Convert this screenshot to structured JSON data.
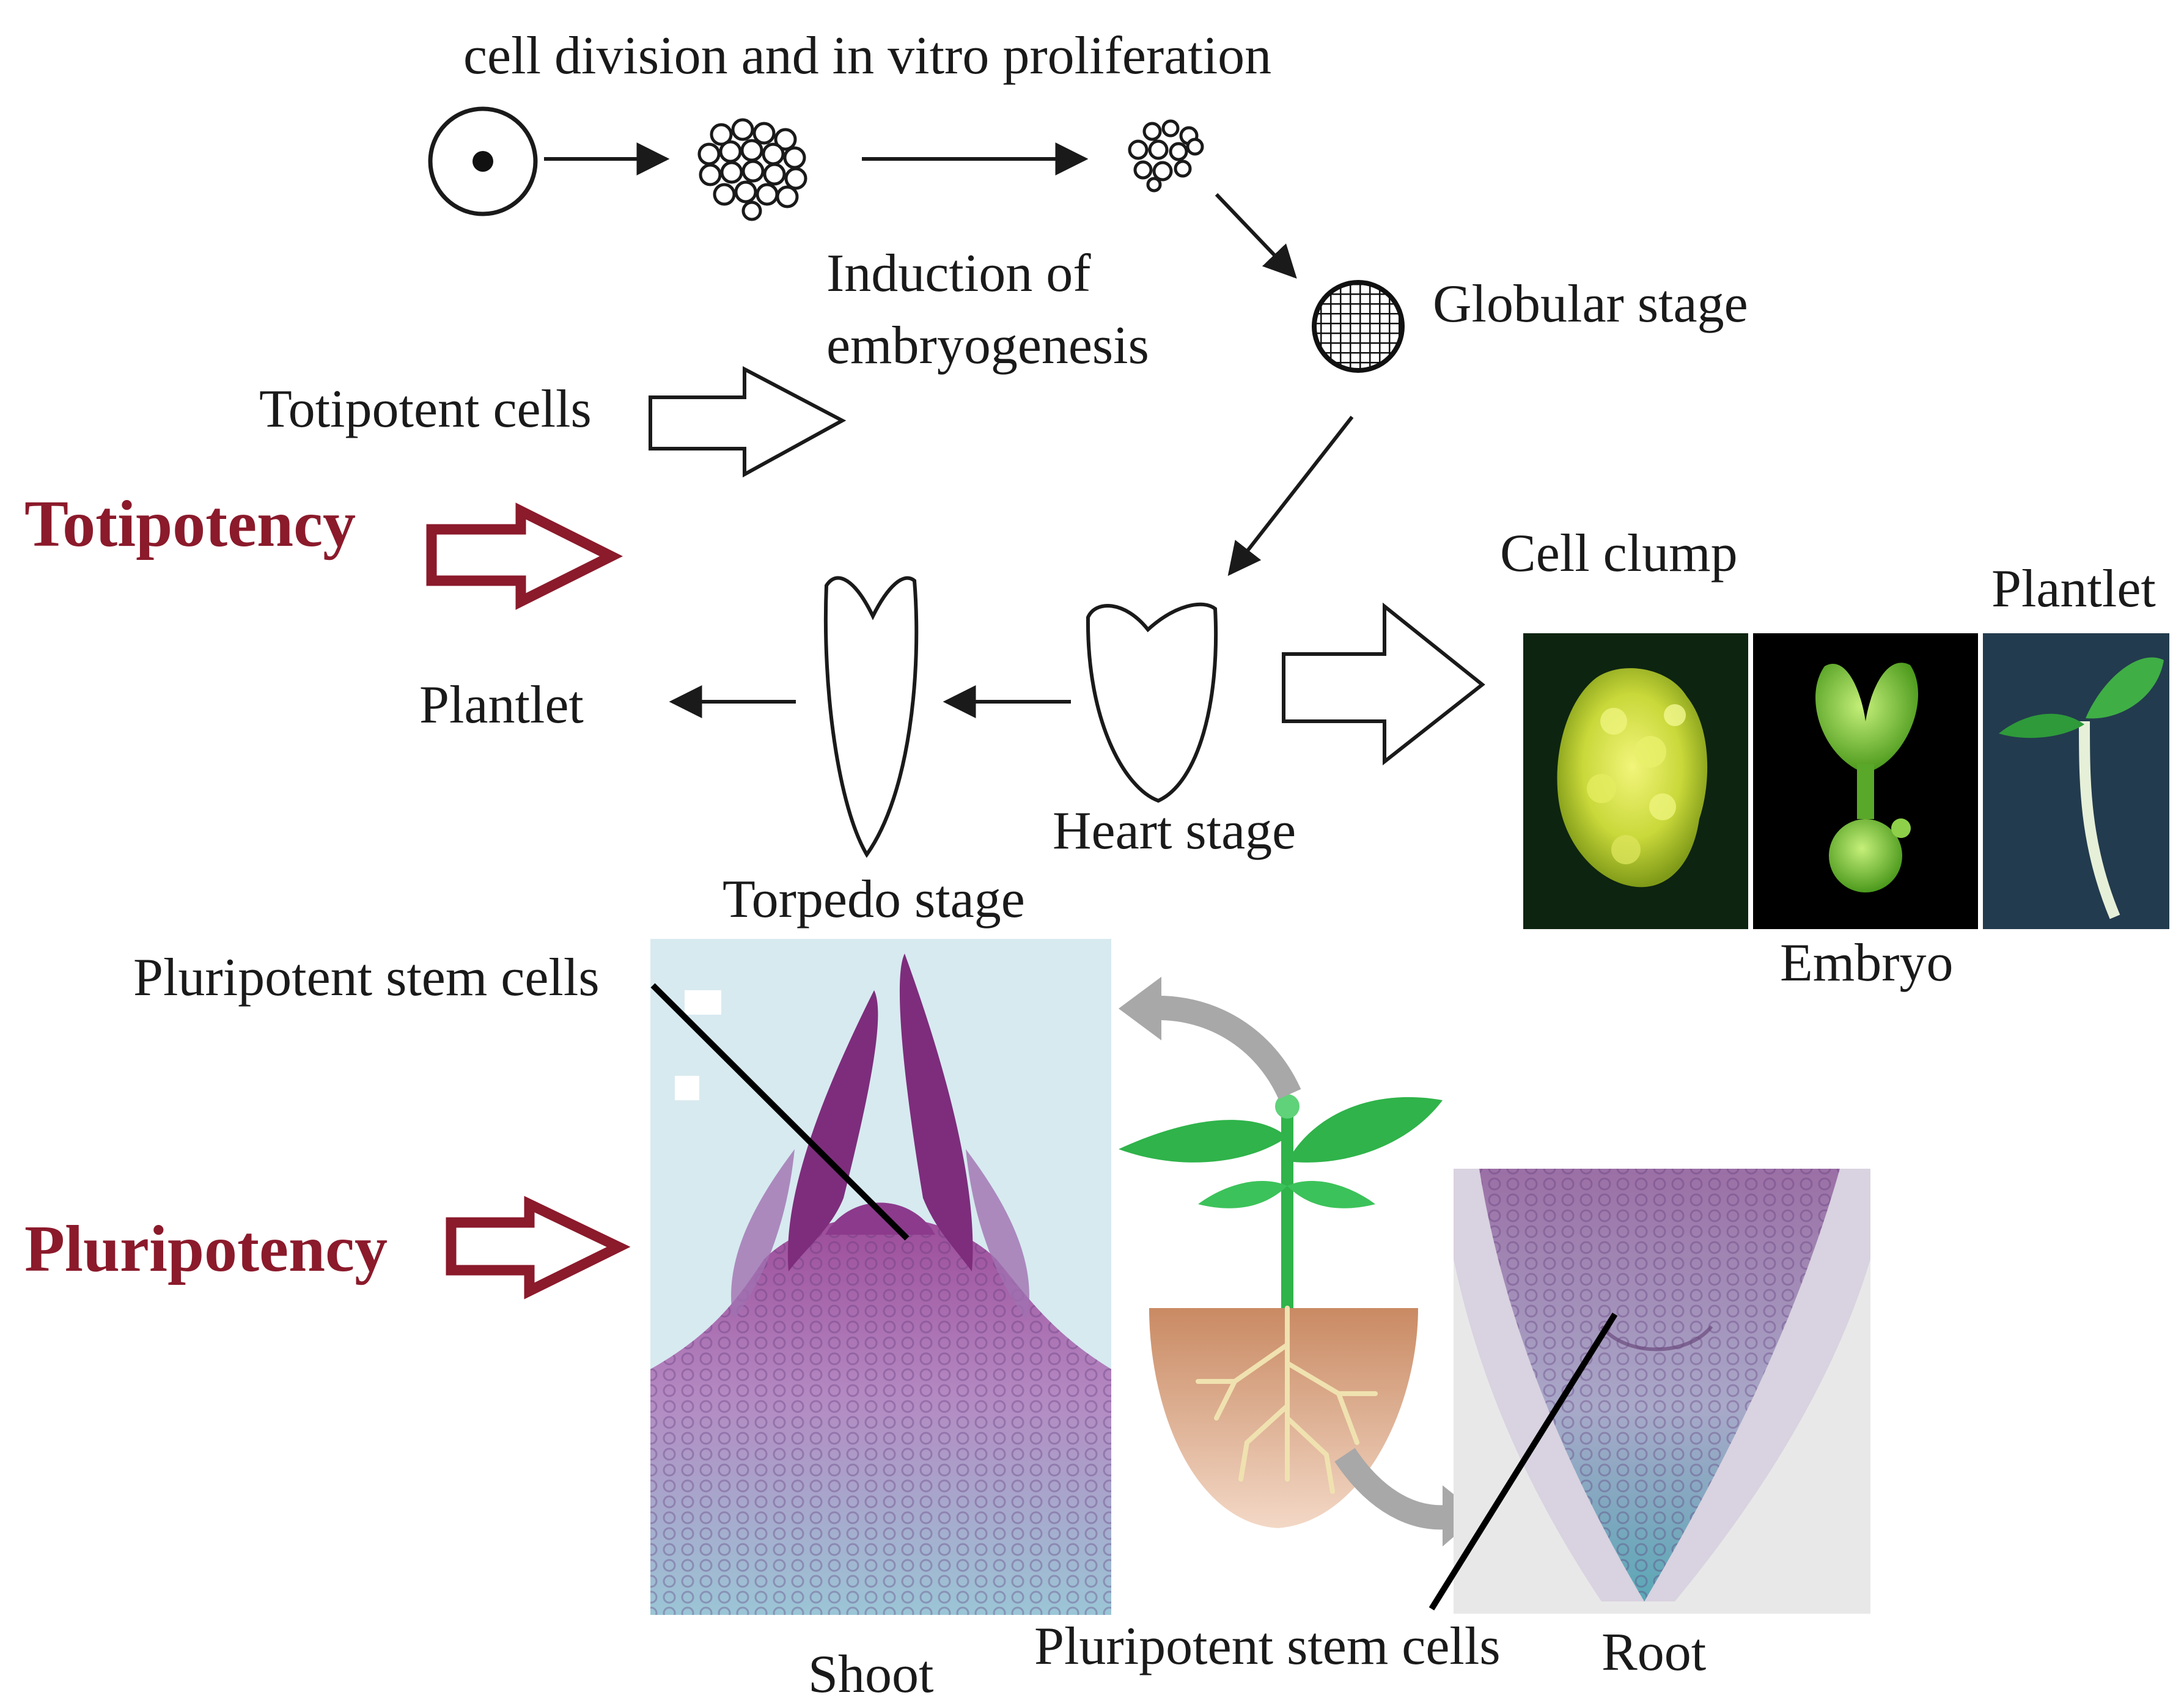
{
  "labels": {
    "cell_division": "cell division and in vitro proliferation",
    "induction_line1": "Induction of",
    "induction_line2": "embryogenesis",
    "globular": "Globular stage",
    "totipotent_cells": "Totipotent cells",
    "totipotency": "Totipotency",
    "plantlet_left": "Plantlet",
    "heart": "Heart stage",
    "torpedo": "Torpedo stage",
    "cell_clump": "Cell clump",
    "plantlet_right": "Plantlet",
    "embryo": "Embryo",
    "pluripotent_top": "Pluripotent stem cells",
    "pluripotency": "Pluripotency",
    "pluripotent_bottom": "Pluripotent stem cells",
    "shoot": "Shoot",
    "root": "Root"
  },
  "colors": {
    "accent": "#8b1a2b",
    "line": "#1a1a1a",
    "tissue_purple": "#8a3d88",
    "tissue_blue": "#9fc7d8",
    "leaf_green": "#2fb34a",
    "soil": "#d9a07a",
    "root_cream": "#f0e2b0",
    "photo_bg": "#0c1a0e"
  }
}
